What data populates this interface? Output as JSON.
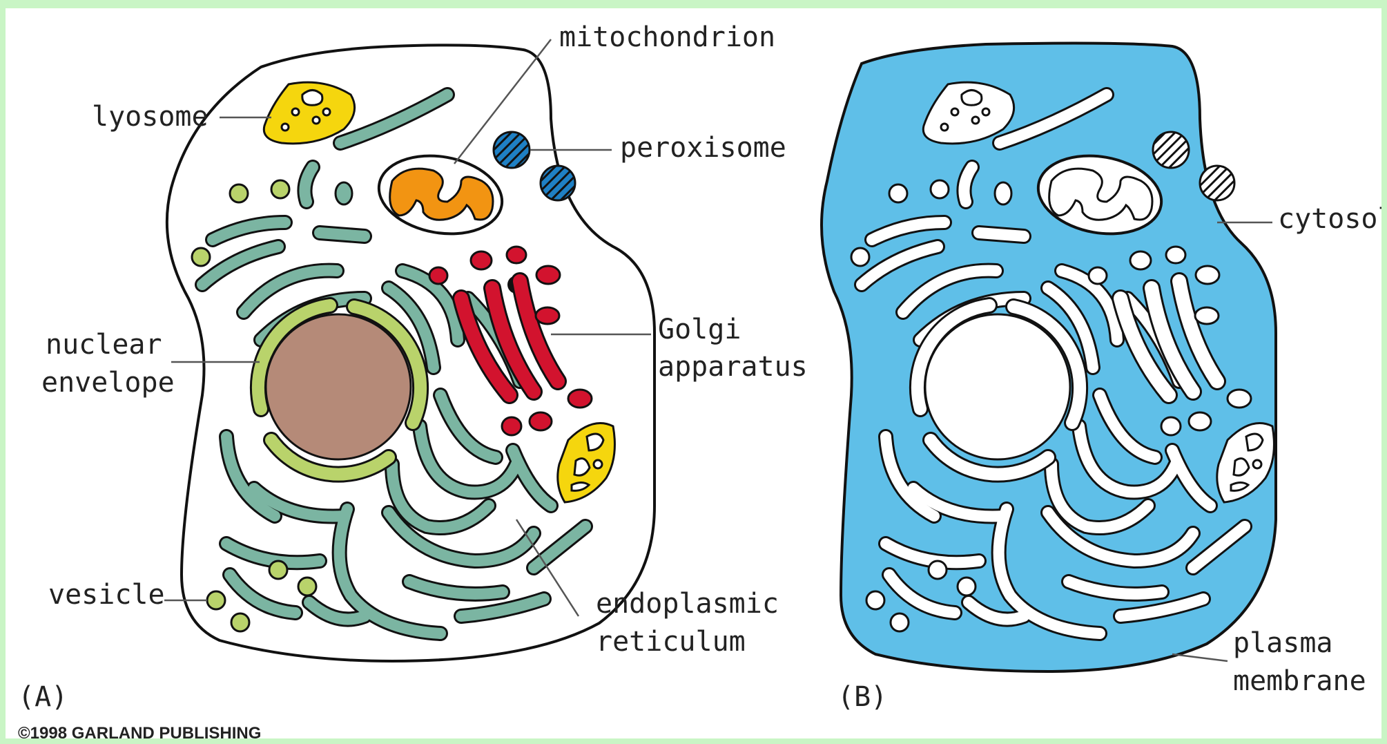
{
  "panel_a": {
    "caption": "(A)",
    "labels": {
      "lysosome": "lyosome",
      "mitochondrion": "mitochondrion",
      "peroxisome": "peroxisome",
      "nuclear_envelope_1": "nuclear",
      "nuclear_envelope_2": "envelope",
      "golgi_1": "Golgi",
      "golgi_2": "apparatus",
      "er_1": "endoplasmic",
      "er_2": "reticulum",
      "vesicle": "vesicle"
    }
  },
  "panel_b": {
    "caption": "(B)",
    "labels": {
      "cytosol": "cytosol",
      "plasma_membrane_1": "plasma",
      "plasma_membrane_2": "membrane"
    }
  },
  "copyright": "©1998 GARLAND PUBLISHING",
  "colors": {
    "border": "#c9f5c5",
    "er": "#7bb5a2",
    "nucleus": "#b58a78",
    "nuclear_envelope": "#b9d36b",
    "golgi": "#d2132e",
    "lysosome": "#f5d60e",
    "mitochondrion": "#f29412",
    "peroxisome": "#1f80c4",
    "vesicle": "#b9d36b",
    "cytosol": "#5fbfe8",
    "outline": "#111111"
  }
}
